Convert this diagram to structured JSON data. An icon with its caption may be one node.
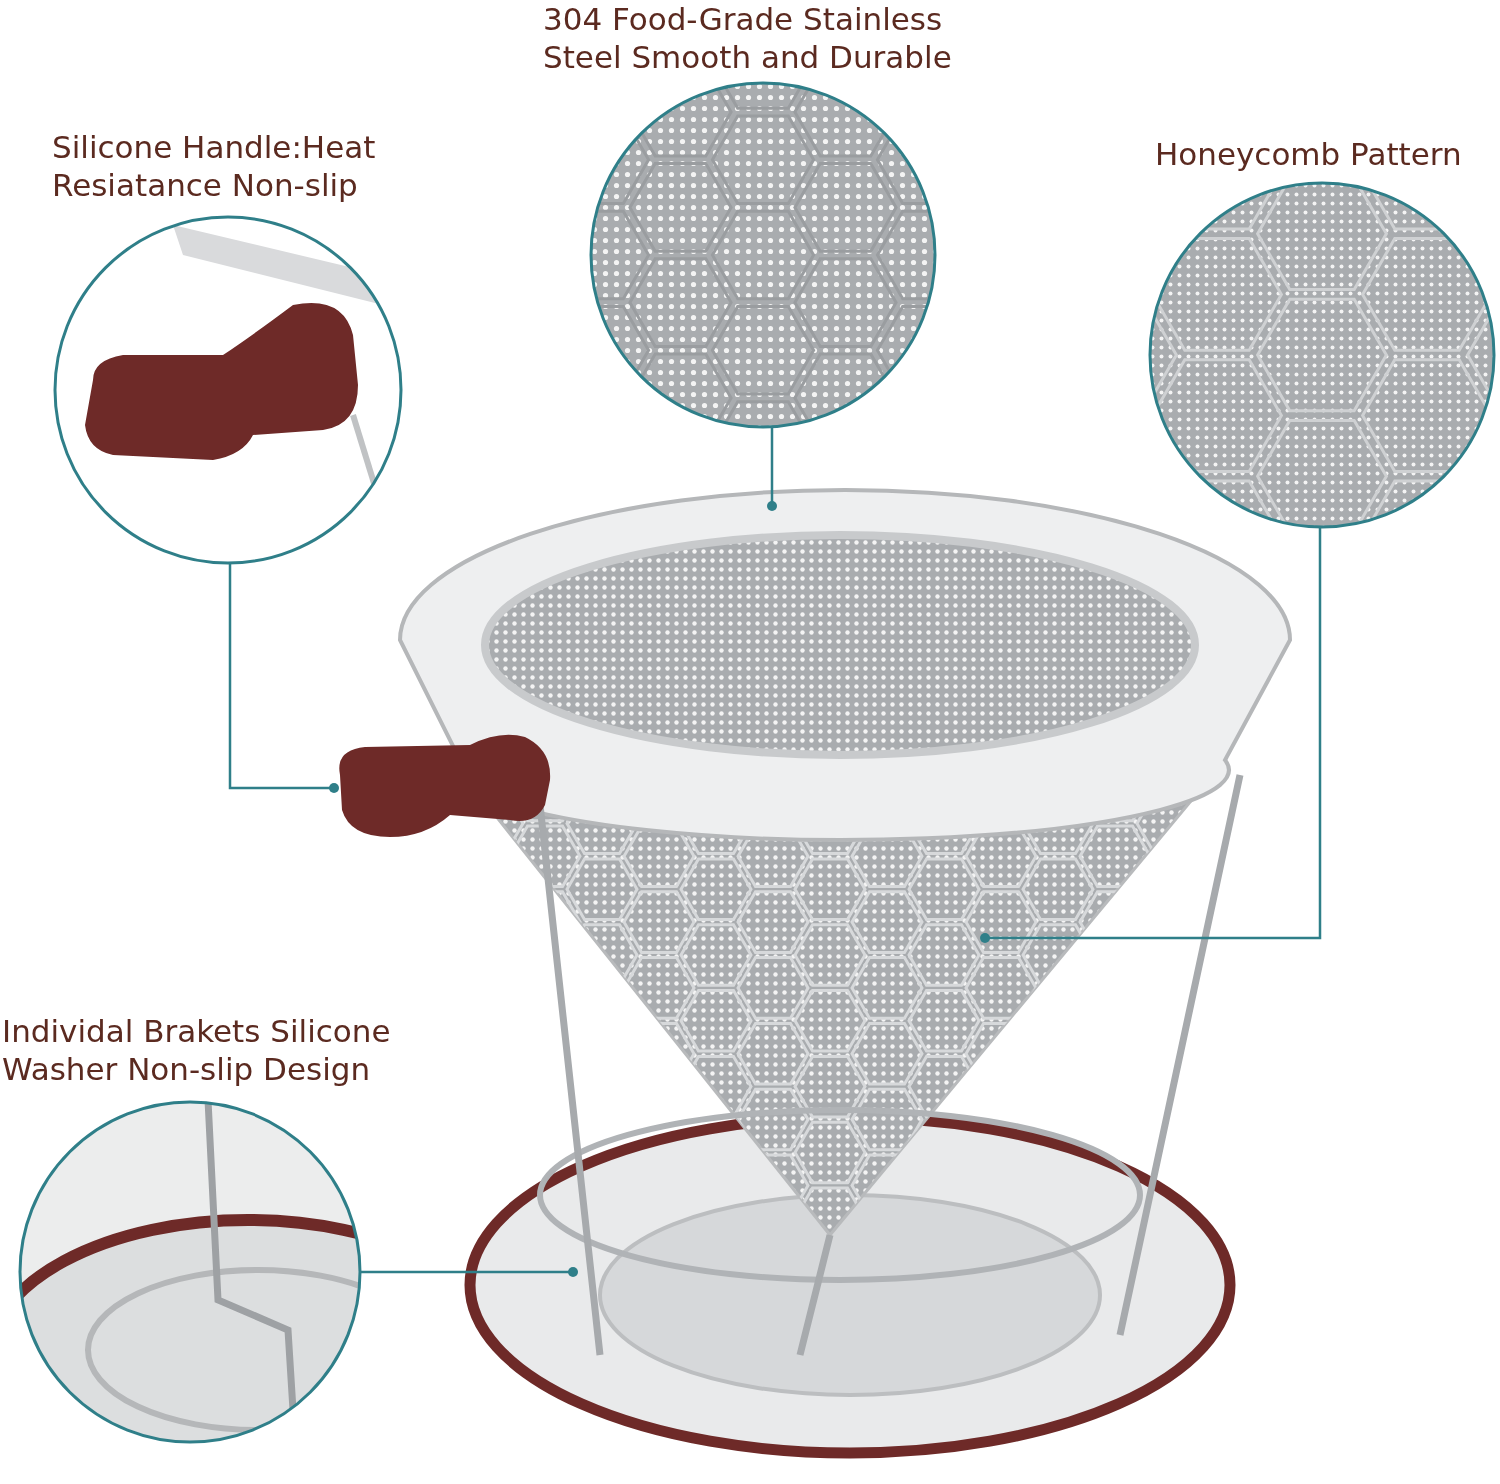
{
  "diagram": {
    "nodes": [
      {
        "text": [
          "Silicone Handle:Heat Resiatance Non-slip"
        ]
      },
      {
        "text": [
          "304 Food-Grade Stainless Steel Smooth and Durable"
        ]
      },
      {
        "text": [
          "Honeycomb Pattern"
        ]
      },
      {
        "text": [
          "Individal Brakets Silicone Washer Non-slip Design"
        ]
      },
      {
        "text": [],
        "shape": "picture"
      }
    ],
    "edges": [
      {
        "from": 0,
        "to": 4,
        "arrow": "other"
      },
      {
        "from": 1,
        "to": 4,
        "arrow": "other"
      },
      {
        "from": 2,
        "to": 4,
        "arrow": "other"
      },
      {
        "from": 3,
        "to": 4,
        "arrow": "other"
      }
    ]
  }
}
